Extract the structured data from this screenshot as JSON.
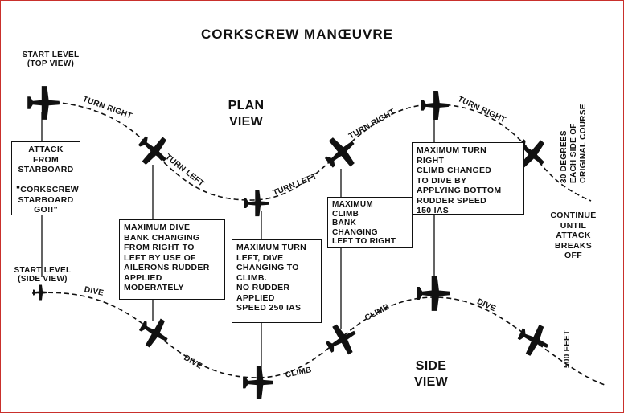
{
  "title": "CORKSCREW MANŒUVRE",
  "plan_view_label": "PLAN\nVIEW",
  "side_view_label": "SIDE\nVIEW",
  "start_level_top": "START LEVEL\n(TOP VIEW)",
  "start_level_side": "START LEVEL\n(SIDE VIEW)",
  "path_labels": {
    "turn_right_1": "TURN RIGHT",
    "turn_left_1": "TURN LEFT",
    "turn_left_2": "TURN LEFT",
    "turn_right_2": "TURN RIGHT",
    "turn_right_3": "TURN RIGHT",
    "dive_1": "DIVE",
    "dive_2": "DIVE",
    "climb_1": "CLIMB",
    "climb_2": "CLIMB",
    "dive_3": "DIVE"
  },
  "side_notes": {
    "degrees": "30 DEGREES\nEACH SIDE OF\nORIGINAL COURSE",
    "feet": "500 FEET"
  },
  "boxes": {
    "attack": "ATTACK FROM\nSTARBOARD\n\n\"CORKSCREW\nSTARBOARD\nGO!!\"",
    "max_dive": "MAXIMUM DIVE\nBANK CHANGING\nFROM RIGHT TO\nLEFT BY USE OF\nAILERONS RUDDER\n     APPLIED\n  MODERATELY",
    "max_turn_left": "MAXIMUM TURN\nLEFT,  DIVE\nCHANGING TO\nCLIMB.\nNO RUDDER\nAPPLIED\nSPEED 250 IAS",
    "max_climb": "MAXIMUM\nCLIMB\n        BANK\n      CHANGING\nLEFT TO RIGHT",
    "max_turn_right": "MAXIMUM TURN\n         RIGHT\n  CLIMB CHANGED\n  TO DIVE BY\n  APPLYING BOTTOM\n  RUDDER SPEED\n  150 IAS",
    "continue": "CONTINUE\nUNTIL\nATTACK\nBREAKS\nOFF"
  }
}
